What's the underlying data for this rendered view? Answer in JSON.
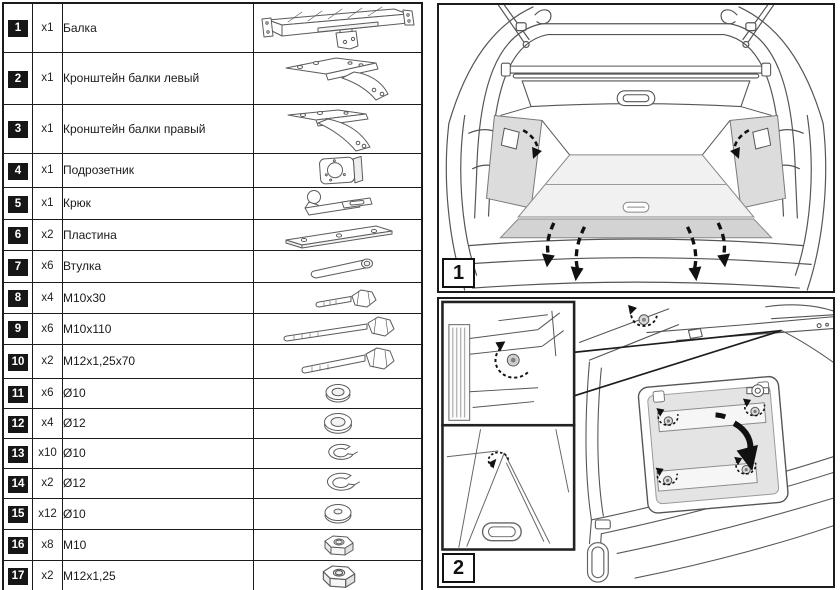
{
  "parts_table": {
    "rows": [
      {
        "num": "1",
        "qty": "x1",
        "name": "Балка",
        "illustration": "beam"
      },
      {
        "num": "2",
        "qty": "x1",
        "name": "Кронштейн балки левый",
        "illustration": "bracket-left"
      },
      {
        "num": "3",
        "qty": "x1",
        "name": "Кронштейн балки правый",
        "illustration": "bracket-right"
      },
      {
        "num": "4",
        "qty": "x1",
        "name": "Подрозетник",
        "illustration": "socket-plate"
      },
      {
        "num": "5",
        "qty": "x1",
        "name": "Крюк",
        "illustration": "hook"
      },
      {
        "num": "6",
        "qty": "x2",
        "name": "Пластина",
        "illustration": "plate"
      },
      {
        "num": "7",
        "qty": "x6",
        "name": "Втулка",
        "illustration": "bushing"
      },
      {
        "num": "8",
        "qty": "x4",
        "name": "M10x30",
        "illustration": "bolt-short"
      },
      {
        "num": "9",
        "qty": "x6",
        "name": "M10x110",
        "illustration": "bolt-long"
      },
      {
        "num": "10",
        "qty": "x2",
        "name": "M12x1,25x70",
        "illustration": "bolt-medium"
      },
      {
        "num": "11",
        "qty": "x6",
        "name": "Ø10",
        "illustration": "washer-ring"
      },
      {
        "num": "12",
        "qty": "x4",
        "name": "Ø12",
        "illustration": "washer-ring-large"
      },
      {
        "num": "13",
        "qty": "x10",
        "name": "Ø10",
        "illustration": "spring-washer"
      },
      {
        "num": "14",
        "qty": "x2",
        "name": "Ø12",
        "illustration": "spring-washer-large"
      },
      {
        "num": "15",
        "qty": "x12",
        "name": "Ø10",
        "illustration": "washer-flat"
      },
      {
        "num": "16",
        "qty": "x8",
        "name": "M10",
        "illustration": "nut"
      },
      {
        "num": "17",
        "qty": "x2",
        "name": "M12x1,25",
        "illustration": "nut-large"
      }
    ]
  },
  "steps": [
    {
      "label": "1"
    },
    {
      "label": "2"
    }
  ],
  "colors": {
    "line": "#555555",
    "panel_border": "#1c1c1c",
    "badge_bg": "#161616",
    "badge_text": "#ffffff",
    "shade_light": "#f1f1f1",
    "shade_mid": "#dcdcdc",
    "shade_dark": "#d3d3d3",
    "arrow": "#111111"
  }
}
